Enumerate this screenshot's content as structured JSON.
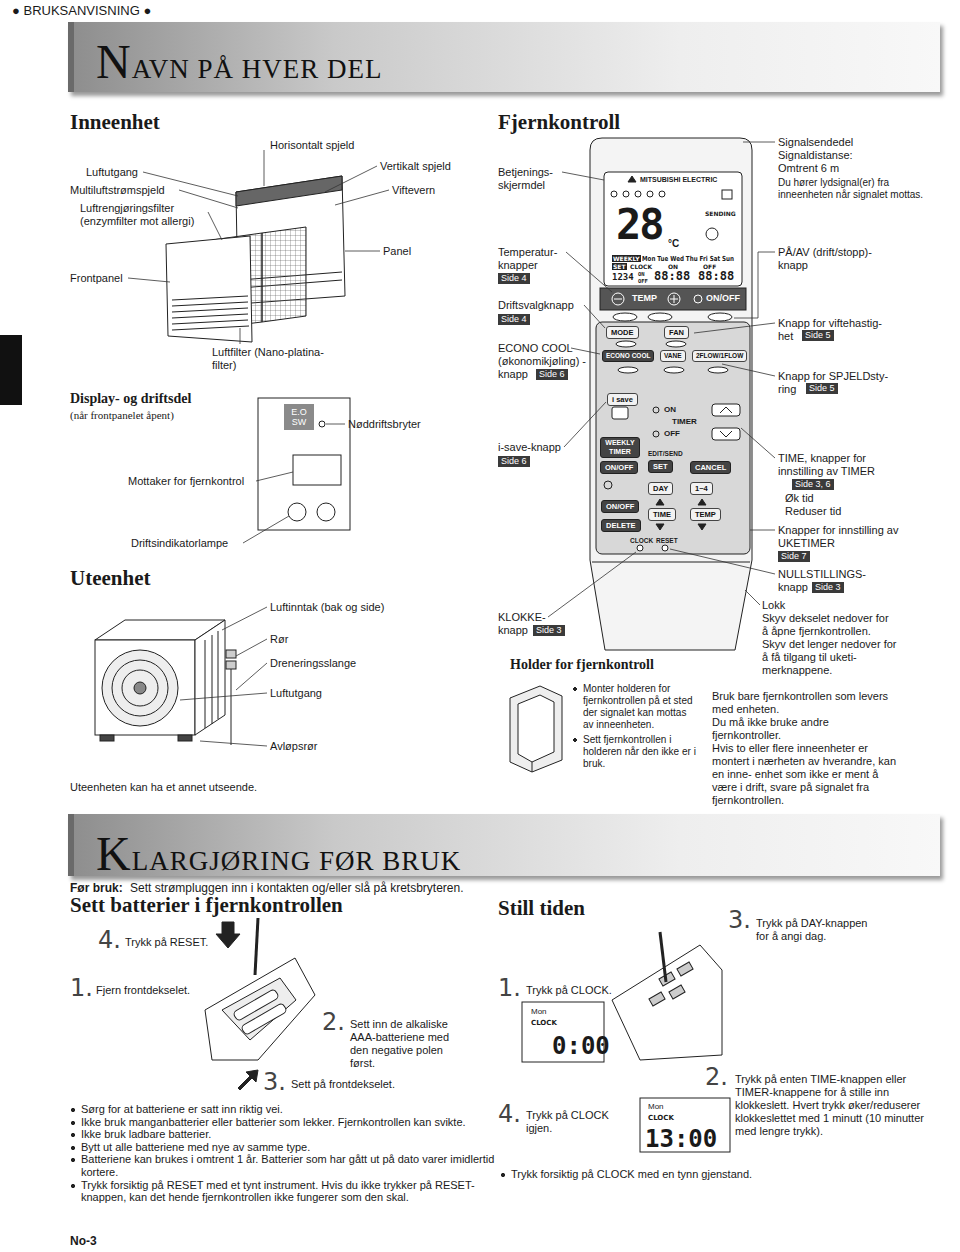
{
  "diagram": {
    "nodes": [
      {
        "text": [
          "NAVN PÅ HVER DEL"
        ]
      },
      {
        "text": [
          "E.O SW"
        ]
      },
      {
        "text": [
          "Side 4"
        ]
      },
      {
        "text": [
          "Side 4"
        ]
      },
      {
        "text": [
          "Side 6"
        ]
      },
      {
        "text": [
          "Side 6"
        ]
      },
      {
        "text": [
          "Side 3"
        ]
      },
      {
        "text": [
          "MODE"
        ]
      },
      {
        "text": [
          "FAN"
        ]
      },
      {
        "text": [
          "ECONO COOL"
        ]
      },
      {
        "text": [
          "VANE"
        ]
      },
      {
        "text": [
          "2FLOW/1FLOW"
        ]
      },
      {
        "text": [
          "i save"
        ]
      },
      {
        "text": [
          "WEEKLY TIMER"
        ]
      },
      {
        "text": [
          "ON/OFF"
        ]
      },
      {
        "text": [
          "SET"
        ]
      },
      {
        "text": [
          "CANCEL"
        ]
      },
      {
        "text": [
          "DAY"
        ]
      },
      {
        "text": [
          "1~4"
        ]
      },
      {
        "text": [
          "ON/OFF"
        ]
      },
      {
        "text": [
          "DELETE"
        ]
      },
      {
        "text": [
          "TIME"
        ]
      },
      {
        "text": [
          "TEMP"
        ]
      },
      {
        "text": [
          "Side 5"
        ]
      },
      {
        "text": [
          "Side 5"
        ]
      },
      {
        "text": [
          "Side 3, 6"
        ]
      },
      {
        "text": [
          "Side 7"
        ]
      },
      {
        "text": [
          "Side 3"
        ]
      },
      {
        "text": [
          "KLARGJØRING FØR BRUK"
        ]
      }
    ],
    "labels": [
      "● BRUKSANVISNING ●",
      "Inneenhet",
      "Luftutgang",
      "Multiluftstrømspjeld",
      "Luftrengjøringsfilter (enzymfilter mot allergi)",
      "Horisontalt spjeld",
      "Vertikalt spjeld",
      "Viftevern",
      "Panel",
      "Frontpanel",
      "Luftfilter (Nano-platina-filter)",
      "Display- og driftsdel",
      "(når frontpanelet åpent)",
      "Nøddriftsbryter",
      "Mottaker for fjernkontrol",
      "Driftsindikatorlampe",
      "Uteenhet",
      "Luftinntak (bak og side)",
      "Rør",
      "Dreneringsslange",
      "Luftutgang",
      "Avløpsrør",
      "Uteenheten kan ha et annet utseende.",
      "Fjernkontroll",
      "Betjenings- skjermdel",
      "Temperatur- knapper",
      "Driftsvalgknapp",
      "ECONO COOL (økonomikjøling) -knapp",
      "i-save-knapp",
      "KLOKKE- knapp",
      "Holder for fjernkontroll",
      "Monter holderen for fjernkontrollen på et sted der signalet kan mottas av inneenheten.",
      "Sett fjernkontrollen i holderen når den ikke er i bruk.",
      "MITSUBISHI ELECTRIC",
      "SENDING",
      "28",
      "°C",
      "WEEKLY",
      "Mon Tue Wed Thu Fri Sat Sun",
      "SET",
      "CLOCK",
      "ON",
      "OFF",
      "1234",
      "ON",
      "OFF",
      "88:88",
      "88:88",
      "TEMP",
      "ON/OFF",
      "ON",
      "TIMER",
      "OFF",
      "EDIT/SEND",
      "CLOCK",
      "RESET",
      "Signalsendedel",
      "Signaldistanse:",
      "Omtrent 6 m",
      "Du hører lydsignal(er) fra inneenheten når signalet mottas.",
      "PÅ/AV (drift/stopp)- knapp",
      "Knapp for viftehastig- het",
      "Knapp for SPJELDsty- ring",
      "TIME, knapper for innstilling av TIMER",
      "Øk tid",
      "Reduser tid",
      "Knapper for innstilling av UKETIMER",
      "NULLSTILLINGS- knapp",
      "Lokk",
      "Skyv dekselet nedover for å åpne fjernkontrollen. Skyv det lenger nedover for å få tilgang til uketi- merknappene.",
      "Bruk bare fjernkontrollen som levers med enheten.",
      "Du må ikke bruke andre fjernkontroller.",
      "Hvis to eller flere inneenheter er montert i nærheten av hverandre, kan en inne- enhet som ikke er ment å være i drift, svare på signalet fra fjernkontrollen.",
      "Før bruk:",
      "Sett strømpluggen inn i kontakten og/eller slå på kretsbryteren.",
      "Sett batterier i fjernkontrollen",
      "4.",
      "Trykk på RESET.",
      "1.",
      "Fjern frontdekselet.",
      "2.",
      "Sett inn de alkaliske AAA-batteriene med den negative polen først.",
      "3.",
      "Sett på frontdekselet.",
      "Sørg for at batteriene er satt inn riktig vei.",
      "Ikke bruk manganbatterier eller batterier som lekker. Fjernkontrollen kan svikte.",
      "Ikke bruk ladbare batterier.",
      "Bytt ut alle batteriene med nye av samme type.",
      "Batteriene kan brukes i omtrent 1 år. Batterier som har gått ut på dato varer imidlertid kortere.",
      "Trykk forsiktig på RESET med et tynt instrument. Hvis du ikke trykker på RESET-knappen, kan det hende fjernkontrollen ikke fungerer som den skal.",
      "Still tiden",
      "1.",
      "Trykk på CLOCK.",
      "Mon",
      "CLOCK",
      "0:00",
      "4.",
      "Trykk på CLOCK igjen.",
      "Mon",
      "CLOCK",
      "13:00",
      "3.",
      "Trykk på DAY-knappen for å angi dag.",
      "2.",
      "Trykk på enten TIME-knappen eller TIMER-knappene for å stille inn klokkeslett. Hvert trykk øker/reduserer klokkeslettet med 1 minutt (10 minutter med lengre trykk).",
      "Trykk forsiktig på CLOCK med en tynn gjenstand.",
      "No-3"
    ]
  }
}
